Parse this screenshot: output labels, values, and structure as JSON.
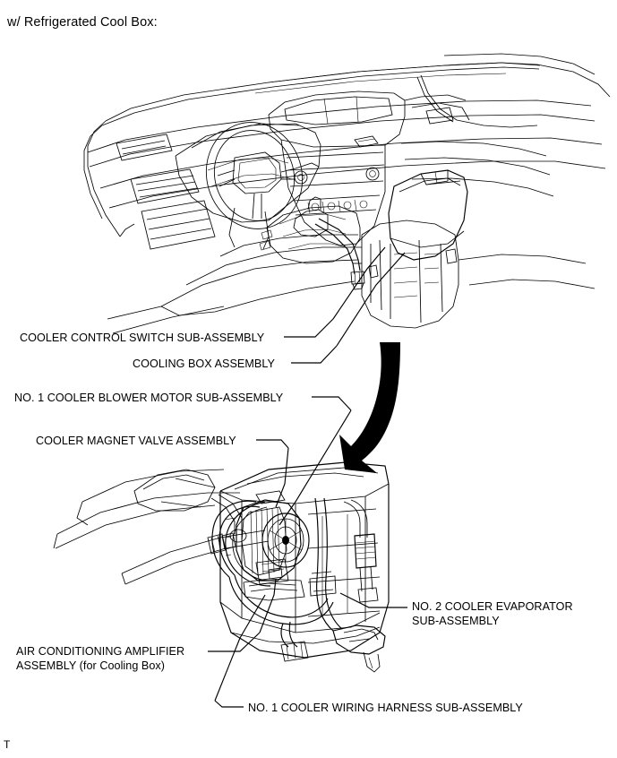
{
  "document": {
    "heading": "w/ Refrigerated Cool Box:",
    "corner_mark": "T",
    "background_color": "#ffffff",
    "line_color": "#000000"
  },
  "figures": [
    {
      "name": "upper-illustration",
      "description": "Line-art perspective view of vehicle instrument panel, steering wheel, center cluster and center console with refrigerated cool box lid"
    },
    {
      "name": "lower-illustration",
      "description": "Line-art detail view of the cooling box assembly removed from console, showing blower motor, evaporator case, magnet valve and wiring harness"
    },
    {
      "name": "transition-arrow",
      "description": "Large solid curved arrow pointing from the console view down to the detail view"
    }
  ],
  "callouts": [
    {
      "id": "cooler-control-switch",
      "text": "COOLER CONTROL SWITCH SUB-ASSEMBLY",
      "lines": [
        "COOLER CONTROL SWITCH SUB-ASSEMBLY"
      ]
    },
    {
      "id": "cooling-box",
      "text": "COOLING BOX ASSEMBLY",
      "lines": [
        "COOLING BOX ASSEMBLY"
      ]
    },
    {
      "id": "no1-blower-motor",
      "text": "NO. 1 COOLER BLOWER MOTOR SUB-ASSEMBLY",
      "lines": [
        "NO. 1 COOLER BLOWER MOTOR SUB-ASSEMBLY"
      ]
    },
    {
      "id": "cooler-magnet-valve",
      "text": "COOLER MAGNET VALVE ASSEMBLY",
      "lines": [
        "COOLER MAGNET VALVE ASSEMBLY"
      ]
    },
    {
      "id": "no2-evaporator",
      "text": "NO. 2 COOLER EVAPORATOR SUB-ASSEMBLY",
      "lines": [
        "NO. 2 COOLER EVAPORATOR",
        "SUB-ASSEMBLY"
      ]
    },
    {
      "id": "ac-amplifier",
      "text": "AIR CONDITIONING AMPLIFIER ASSEMBLY (for Cooling Box)",
      "lines": [
        "AIR CONDITIONING AMPLIFIER",
        "ASSEMBLY (for Cooling Box)"
      ]
    },
    {
      "id": "no1-wiring-harness",
      "text": "NO. 1 COOLER WIRING HARNESS SUB-ASSEMBLY",
      "lines": [
        "NO. 1 COOLER WIRING HARNESS SUB-ASSEMBLY"
      ]
    }
  ]
}
